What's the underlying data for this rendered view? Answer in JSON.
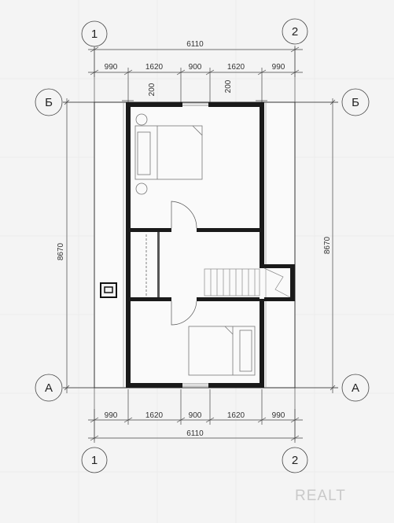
{
  "dimensions": {
    "top_total": "6110",
    "top_segments": [
      "990",
      "1620",
      "900",
      "1620",
      "990"
    ],
    "top_inner": [
      "200",
      "200"
    ],
    "bottom_total": "6110",
    "bottom_segments": [
      "990",
      "1620",
      "900",
      "1620",
      "990"
    ],
    "left_total": "8670",
    "right_total": "8670"
  },
  "axes": {
    "top_left": "1",
    "top_right": "2",
    "bottom_left": "1",
    "bottom_right": "2",
    "left_top": "Б",
    "right_top": "Б",
    "left_bottom": "А",
    "right_bottom": "А"
  },
  "watermark": "REALT",
  "colors": {
    "line": "#333333",
    "wall": "#1a1a1a",
    "paper": "#f4f4f4"
  }
}
